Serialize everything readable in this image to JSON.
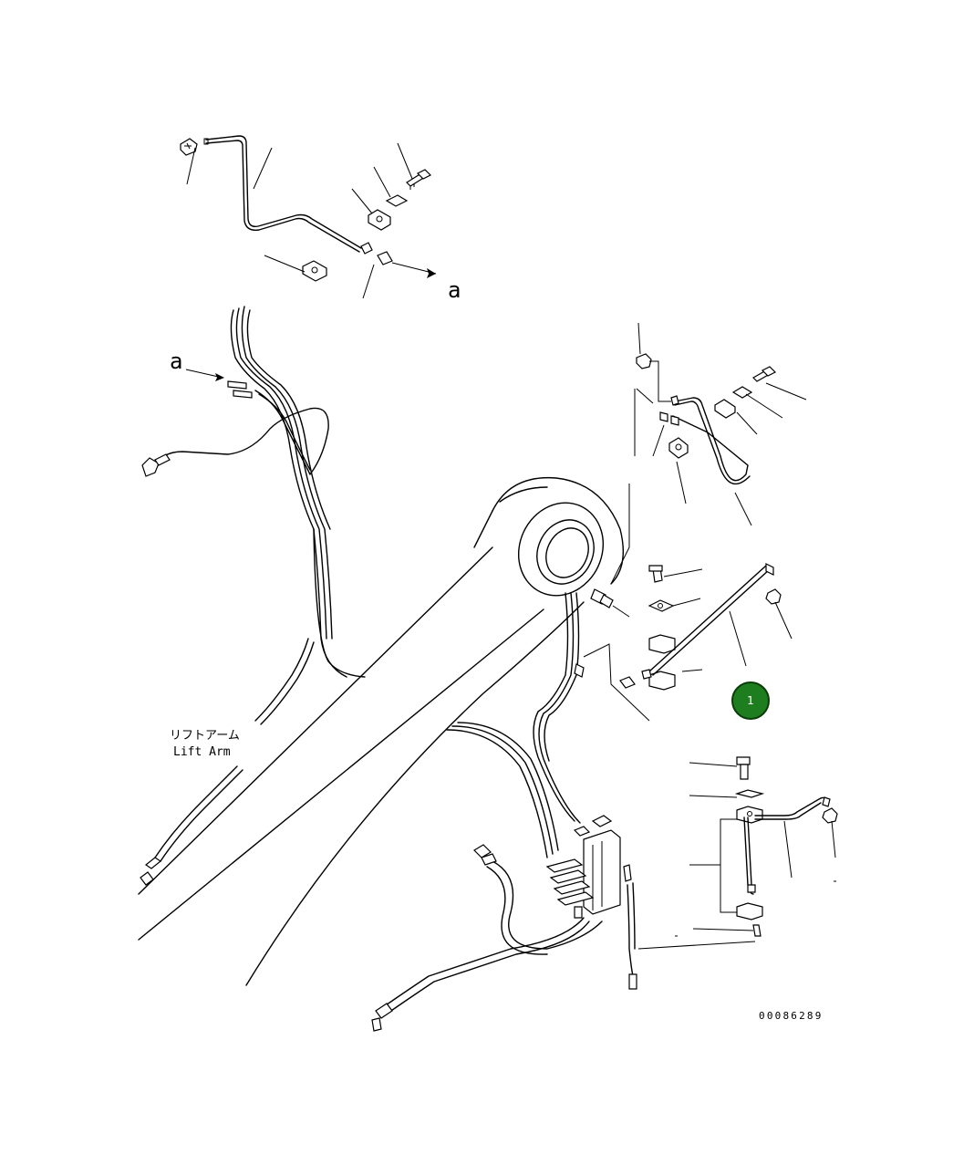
{
  "diagram": {
    "labels": {
      "ref_a_top": "a",
      "ref_a_left": "a",
      "lift_arm_jp": "リフトアーム",
      "lift_arm_en": "Lift Arm",
      "drawing_number": "00086289"
    },
    "callouts": [
      {
        "id": "1",
        "text": "1",
        "color": "#1e7d1e"
      }
    ],
    "colors": {
      "line": "#000000",
      "background": "#ffffff",
      "callout_fill": "#1e7d1e",
      "callout_stroke": "#0a3d0a"
    }
  }
}
